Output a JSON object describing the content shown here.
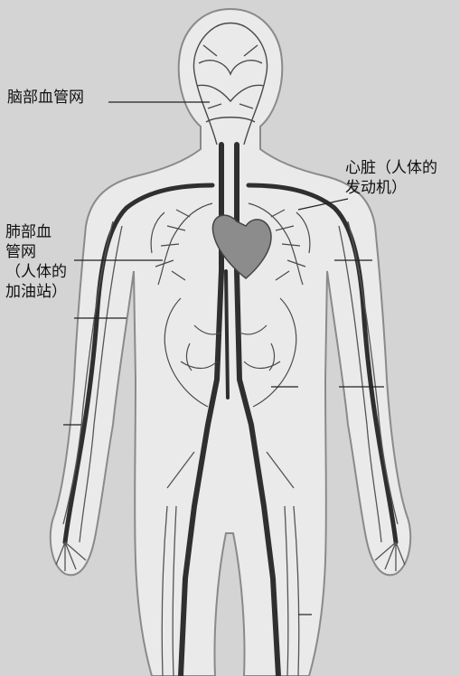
{
  "labels": {
    "brain": "脑部血管网",
    "heart": [
      "心脏（人体的",
      "发动机）"
    ],
    "lung": [
      "肺部血",
      "管网",
      "（人体的",
      "加油站）"
    ]
  },
  "colors": {
    "background": "#d4d4d4",
    "body_fill": "#eaeaea",
    "outline": "#8a8a8a",
    "vessel": "#3c3c3c",
    "vessel_light": "#6a6a6a",
    "heart": "#8c8c8c"
  }
}
